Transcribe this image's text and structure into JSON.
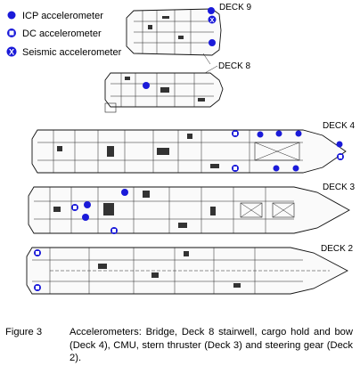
{
  "legend": {
    "items": [
      {
        "label": "ICP accelerometer",
        "marker": "filled",
        "icon": "icp-marker-icon"
      },
      {
        "label": "DC accelerometer",
        "marker": "ring",
        "icon": "dc-marker-icon"
      },
      {
        "label": "Seismic accelerometer",
        "marker": "x",
        "icon": "seismic-marker-icon"
      }
    ]
  },
  "decks": [
    {
      "label": "DECK 9"
    },
    {
      "label": "DECK 8"
    },
    {
      "label": "DECK 4"
    },
    {
      "label": "DECK 3"
    },
    {
      "label": "DECK 2"
    }
  ],
  "caption": {
    "label": "Figure 3",
    "text": "Accelerometers: Bridge, Deck 8 stairwell, cargo hold and bow (Deck 4), CMU, stern thruster (Deck 3) and steering gear (Deck 2)."
  },
  "colors": {
    "marker": "#1a1ad9",
    "line": "#111111"
  }
}
